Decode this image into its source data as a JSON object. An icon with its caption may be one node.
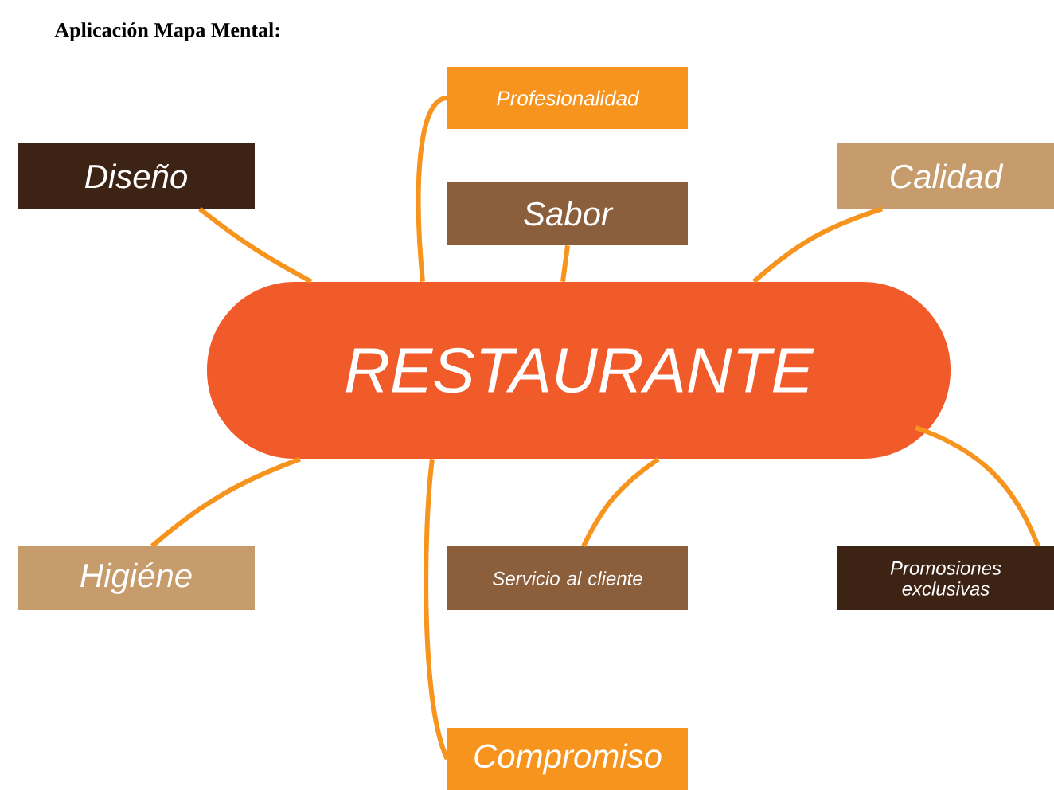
{
  "diagram": {
    "title": "Aplicación Mapa Mental:",
    "nodes": [
      {
        "text": [
          "Profesionalidad"
        ]
      },
      {
        "text": [
          "Diseño"
        ]
      },
      {
        "text": [
          "Sabor"
        ]
      },
      {
        "text": [
          "Calidad"
        ]
      },
      {
        "text": [
          "RESTAURANTE"
        ]
      },
      {
        "text": [
          "Higiéne"
        ]
      },
      {
        "text": [
          "Servicio al cliente"
        ]
      },
      {
        "text": [
          "Promosiones exclusivas"
        ]
      },
      {
        "text": [
          "Compromiso"
        ]
      }
    ],
    "edges": [
      {
        "from": 4,
        "to": 0,
        "arrow": "none"
      },
      {
        "from": 4,
        "to": 1,
        "arrow": "none"
      },
      {
        "from": 4,
        "to": 2,
        "arrow": "none"
      },
      {
        "from": 4,
        "to": 3,
        "arrow": "none"
      },
      {
        "from": 4,
        "to": 5,
        "arrow": "none"
      },
      {
        "from": 4,
        "to": 6,
        "arrow": "none"
      },
      {
        "from": 4,
        "to": 7,
        "arrow": "none"
      },
      {
        "from": 4,
        "to": 8,
        "arrow": "none"
      }
    ]
  }
}
